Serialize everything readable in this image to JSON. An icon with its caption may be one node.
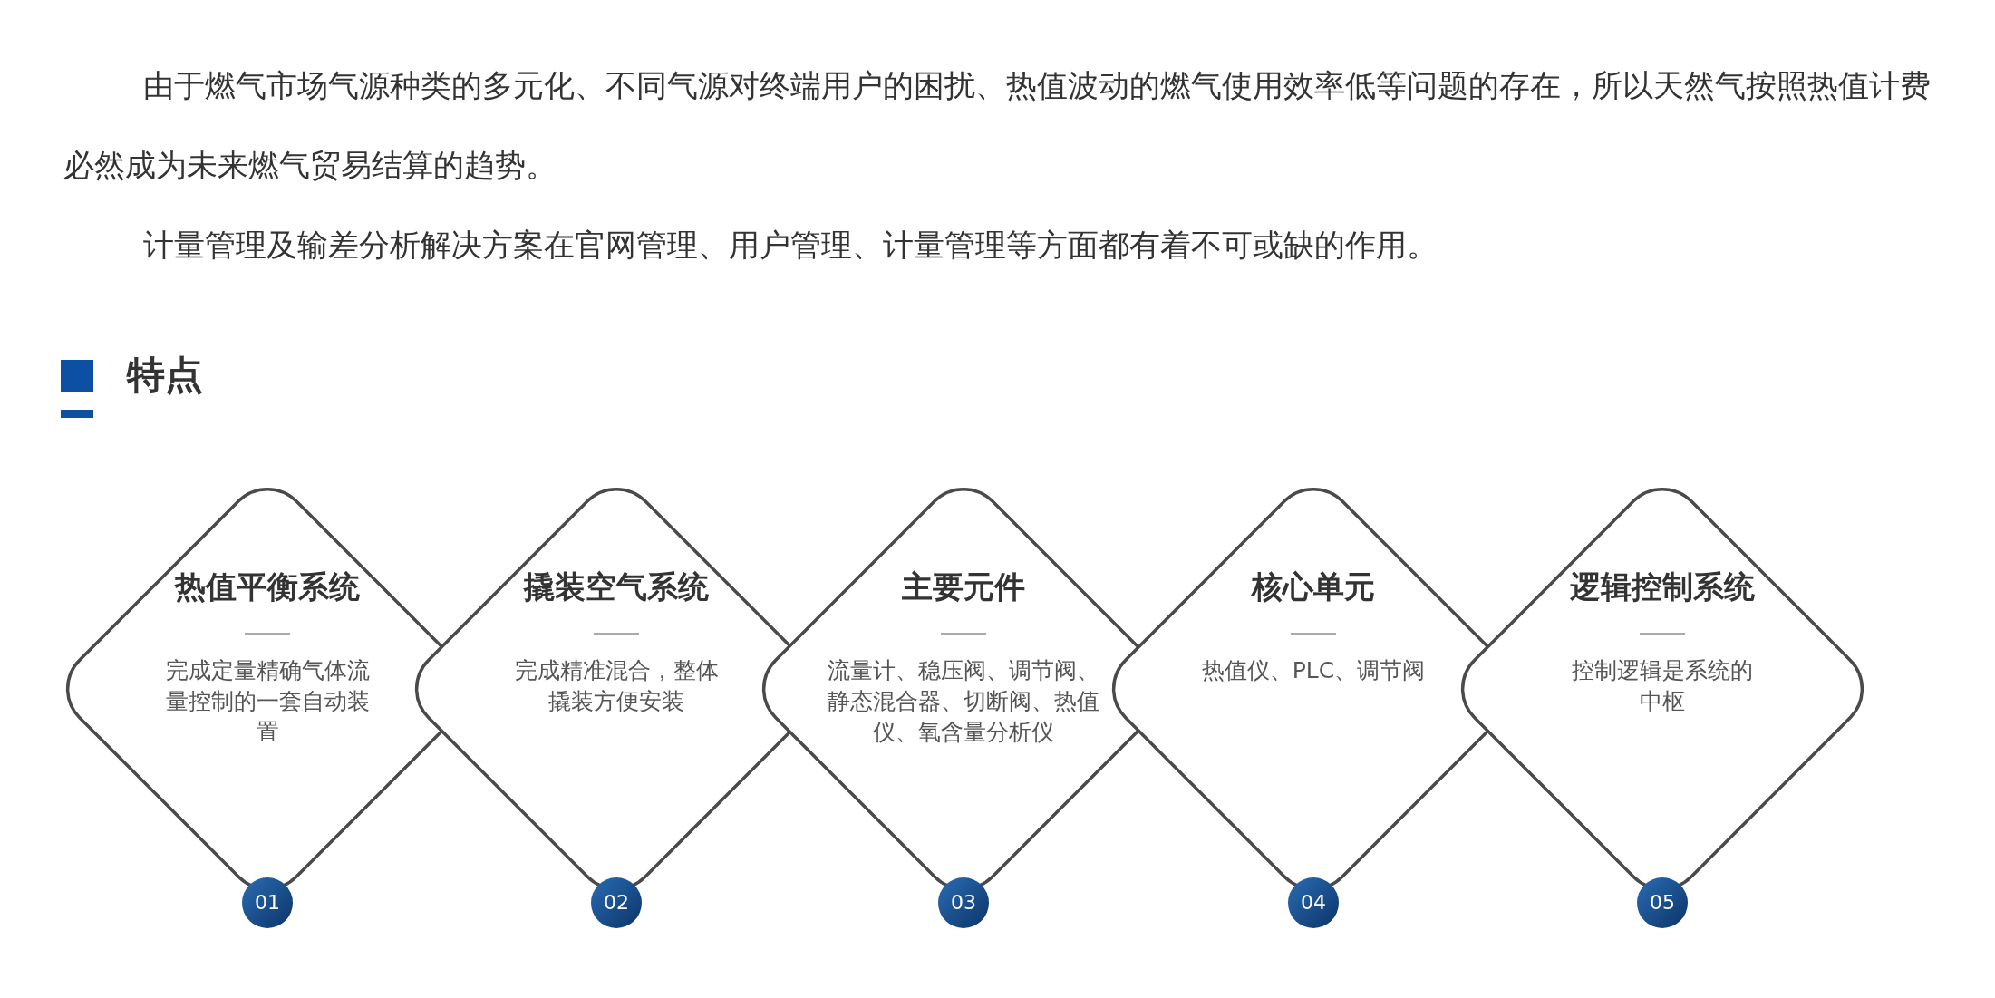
{
  "diagram": {
    "title": "特点",
    "nodes": [
      {
        "text": [
          "热值平衡系统",
          "完成定量精确气体流量控制的一套自动装置"
        ]
      },
      {
        "text": [
          "01"
        ]
      },
      {
        "text": [
          "撬装空气系统",
          "完成精准混合，整体撬装方便安装"
        ]
      },
      {
        "text": [
          "02"
        ]
      },
      {
        "text": [
          "主要元件",
          "流量计、稳压阀、调节阀、静态混合器、切断阀、热值仪、氧含量分析仪"
        ]
      },
      {
        "text": [
          "03"
        ]
      },
      {
        "text": [
          "核心单元",
          "热值仪、PLC、调节阀"
        ]
      },
      {
        "text": [
          "04"
        ]
      },
      {
        "text": [
          "逻辑控制系统",
          "控制逻辑是系统的中枢"
        ]
      },
      {
        "text": [
          "05"
        ]
      }
    ],
    "labels": [
      "由于燃气市场气源种类的多元化、不同气源对终端用户的困扰、热值波动的燃气使用效率低等问题的存在，所以天然气按照热值计费必然成为未来燃气贸易结算的趋势。",
      "计量管理及输差分析解决方案在官网管理、用户管理、计量管理等方面都有着不可或缺的作用。"
    ]
  }
}
